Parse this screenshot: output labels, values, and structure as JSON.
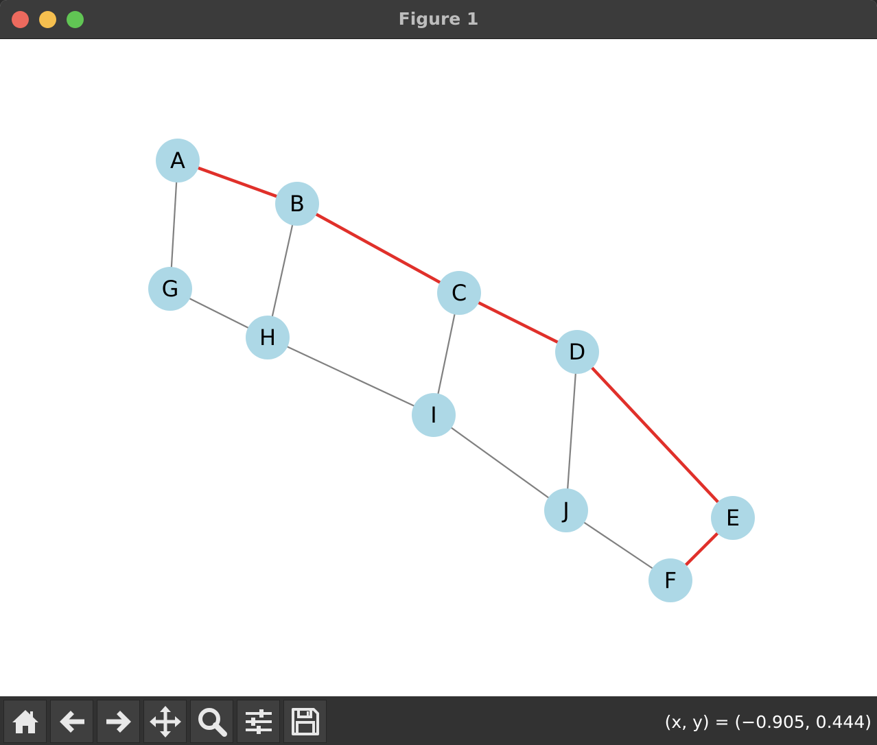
{
  "window": {
    "title": "Figure 1"
  },
  "colors": {
    "node_fill": "#add8e6",
    "edge_default": "#808080",
    "edge_highlight": "#e0302a"
  },
  "toolbar": {
    "buttons": [
      {
        "name": "home",
        "icon": "home-icon"
      },
      {
        "name": "back",
        "icon": "arrow-left-icon"
      },
      {
        "name": "forward",
        "icon": "arrow-right-icon"
      },
      {
        "name": "pan",
        "icon": "move-arrows-icon"
      },
      {
        "name": "zoom",
        "icon": "magnifier-icon"
      },
      {
        "name": "configure-subplots",
        "icon": "sliders-icon"
      },
      {
        "name": "save",
        "icon": "floppy-disk-icon"
      }
    ],
    "coordinates": "(x, y) = (−0.905, 0.444)"
  },
  "graph": {
    "nodes": [
      "A",
      "B",
      "C",
      "D",
      "E",
      "F",
      "G",
      "H",
      "I",
      "J"
    ],
    "edges": [
      {
        "from": "A",
        "to": "B",
        "highlighted": true
      },
      {
        "from": "B",
        "to": "C",
        "highlighted": true
      },
      {
        "from": "C",
        "to": "D",
        "highlighted": true
      },
      {
        "from": "D",
        "to": "E",
        "highlighted": true
      },
      {
        "from": "E",
        "to": "F",
        "highlighted": true
      },
      {
        "from": "A",
        "to": "G",
        "highlighted": false
      },
      {
        "from": "B",
        "to": "H",
        "highlighted": false
      },
      {
        "from": "C",
        "to": "I",
        "highlighted": false
      },
      {
        "from": "D",
        "to": "J",
        "highlighted": false
      },
      {
        "from": "G",
        "to": "H",
        "highlighted": false
      },
      {
        "from": "H",
        "to": "I",
        "highlighted": false
      },
      {
        "from": "I",
        "to": "J",
        "highlighted": false
      },
      {
        "from": "J",
        "to": "F",
        "highlighted": false
      }
    ]
  }
}
